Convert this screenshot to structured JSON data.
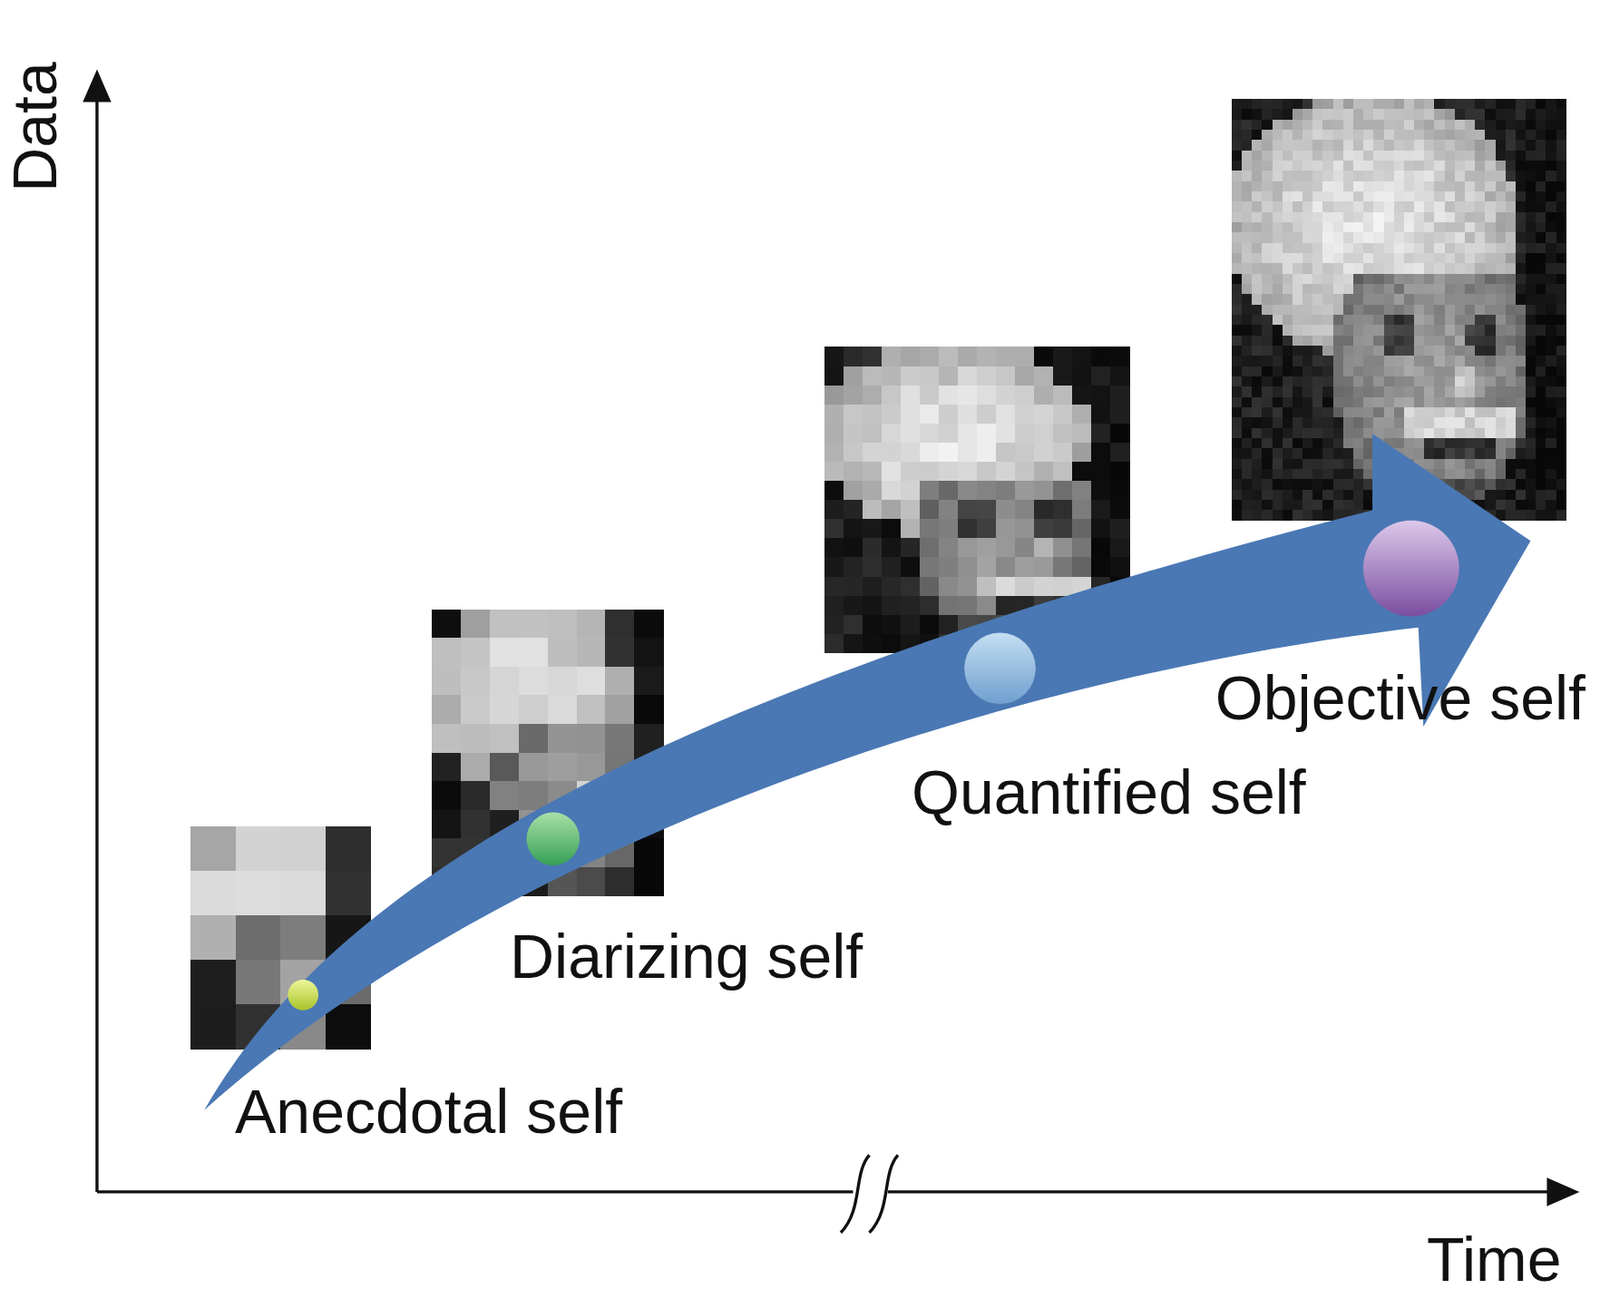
{
  "diagram": {
    "labels": [
      "Data",
      "Time",
      "Anecdotal self",
      "Diarizing self",
      "Quantified self",
      "Objective self"
    ]
  }
}
